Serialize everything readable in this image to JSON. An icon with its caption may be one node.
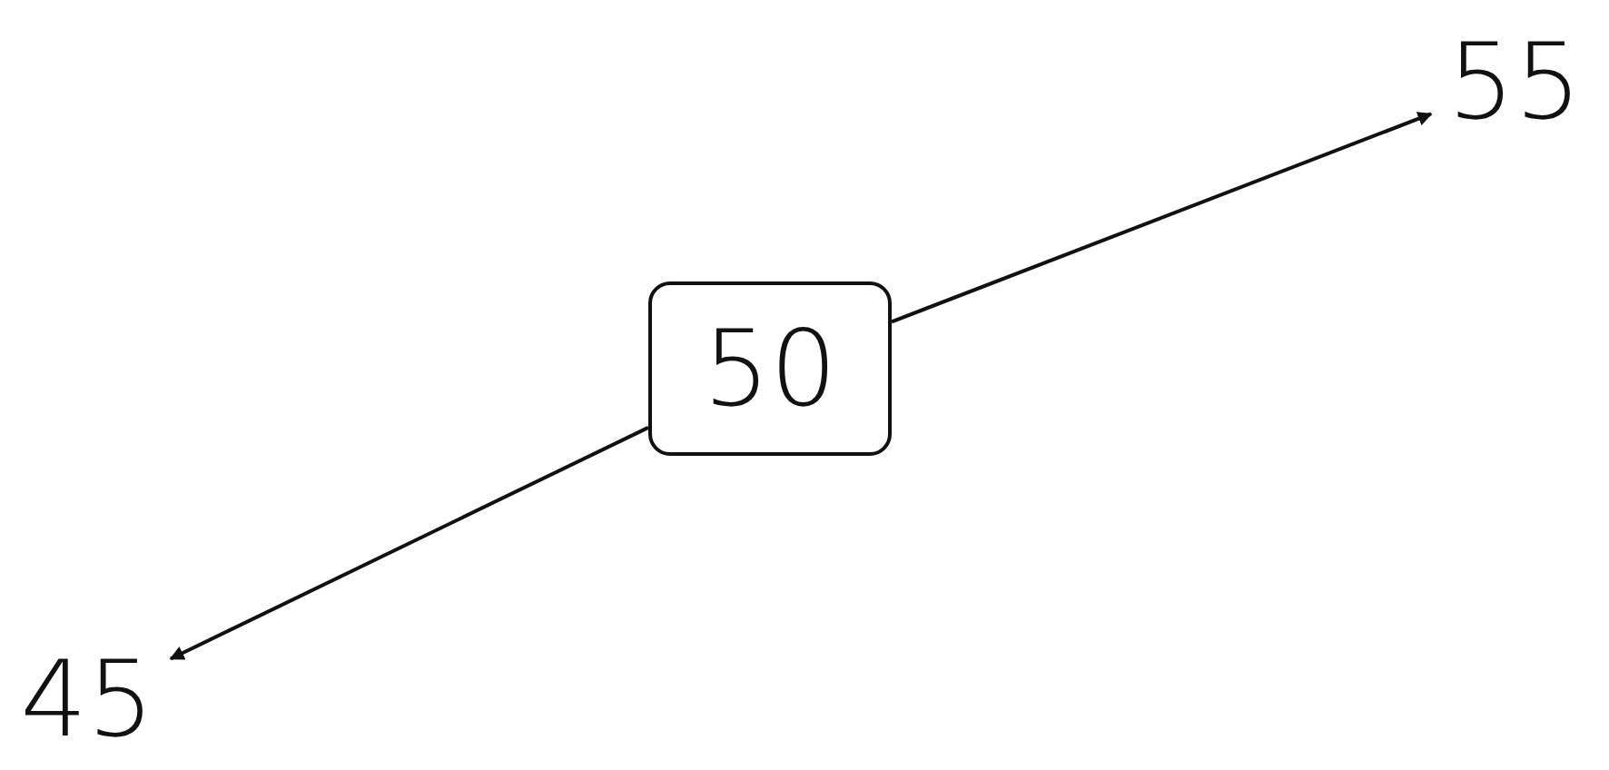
{
  "diagram": {
    "nodes": [
      {
        "text": [
          "50"
        ]
      },
      {
        "text": [
          "55"
        ]
      },
      {
        "text": [
          "45"
        ]
      }
    ],
    "edges": [
      {
        "from": 0,
        "to": 1,
        "arrow": "to"
      },
      {
        "from": 0,
        "to": 2,
        "arrow": "to"
      }
    ]
  }
}
